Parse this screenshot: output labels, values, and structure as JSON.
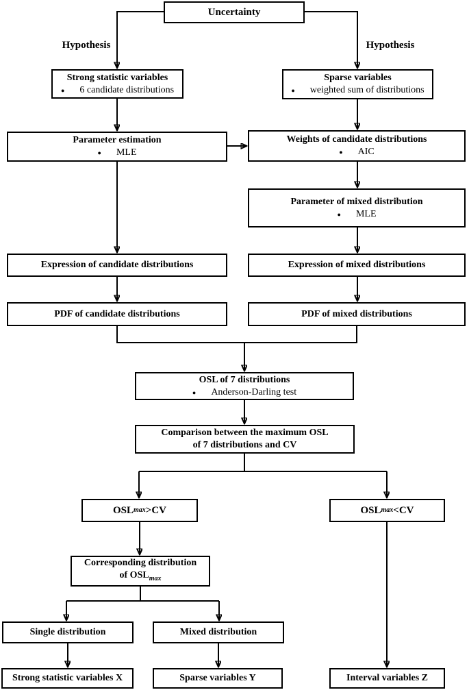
{
  "colors": {
    "line": "#000000",
    "box_border": "#000000",
    "background": "#ffffff",
    "text": "#000000"
  },
  "glyphs": {
    "bullet": "●"
  },
  "labels": {
    "hypothesis_left": "Hypothesis",
    "hypothesis_right": "Hypothesis"
  },
  "nodes": {
    "uncertainty": {
      "title": "Uncertainty"
    },
    "strong_statistic": {
      "title": "Strong statistic variables",
      "bullet": "6 candidate distributions"
    },
    "sparse_variables": {
      "title": "Sparse variables",
      "bullet": "weighted sum of distributions"
    },
    "parameter_estimation": {
      "title": "Parameter estimation",
      "bullet": "MLE"
    },
    "weights_candidate": {
      "title": "Weights of candidate distributions",
      "bullet": "AIC"
    },
    "parameter_mixed": {
      "title": "Parameter of mixed distribution",
      "bullet": "MLE"
    },
    "expression_candidate": {
      "title": "Expression of candidate distributions"
    },
    "expression_mixed": {
      "title": "Expression of mixed distributions"
    },
    "pdf_candidate": {
      "title": "PDF of candidate distributions"
    },
    "pdf_mixed": {
      "title": "PDF of mixed distributions"
    },
    "osl_7": {
      "title": "OSL of 7 distributions",
      "bullet": "Anderson-Darling test"
    },
    "comparison": {
      "line1": "Comparison between the maximum OSL",
      "line2": "of 7 distributions and CV"
    },
    "osl_gt_cv": {
      "pre": "OSL",
      "sub": "max",
      "post": ">CV"
    },
    "osl_lt_cv": {
      "pre": "OSL",
      "sub": "max",
      "post": "<CV"
    },
    "corresponding": {
      "line1": "Corresponding distribution",
      "line2_pre": "of OSL",
      "line2_sub": "max"
    },
    "single_distribution": {
      "title": "Single distribution"
    },
    "mixed_distribution": {
      "title": "Mixed distribution"
    },
    "strong_x": {
      "title": "Strong statistic variables X"
    },
    "sparse_y": {
      "title": "Sparse variables Y"
    },
    "interval_z": {
      "title": "Interval variables Z"
    }
  }
}
